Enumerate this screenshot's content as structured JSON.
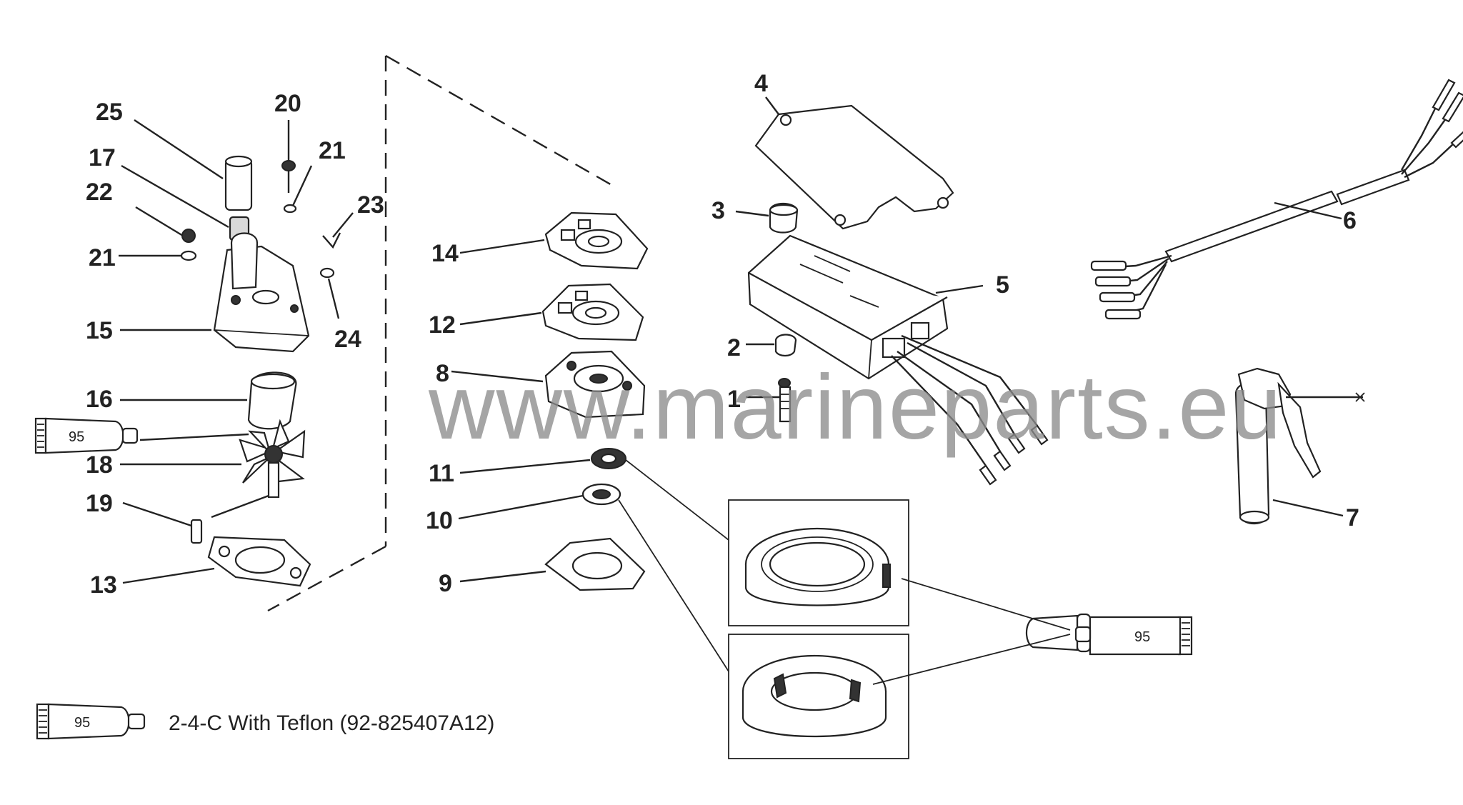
{
  "callouts": {
    "c1": "1",
    "c2": "2",
    "c3": "3",
    "c4": "4",
    "c5": "5",
    "c6": "6",
    "c7": "7",
    "c8": "8",
    "c9": "9",
    "c10": "10",
    "c11": "11",
    "c12": "12",
    "c13": "13",
    "c14": "14",
    "c15": "15",
    "c16": "16",
    "c17": "17",
    "c18": "18",
    "c19": "19",
    "c20": "20",
    "c21a": "21",
    "c21b": "21",
    "c22": "22",
    "c23": "23",
    "c24": "24",
    "c25": "25"
  },
  "tubes": {
    "left_label": "95",
    "right_label": "95",
    "legend_label": "95"
  },
  "legend": {
    "text": "2-4-C  With Teflon (92-825407A12)"
  },
  "watermark": "www.marineparts.eu"
}
